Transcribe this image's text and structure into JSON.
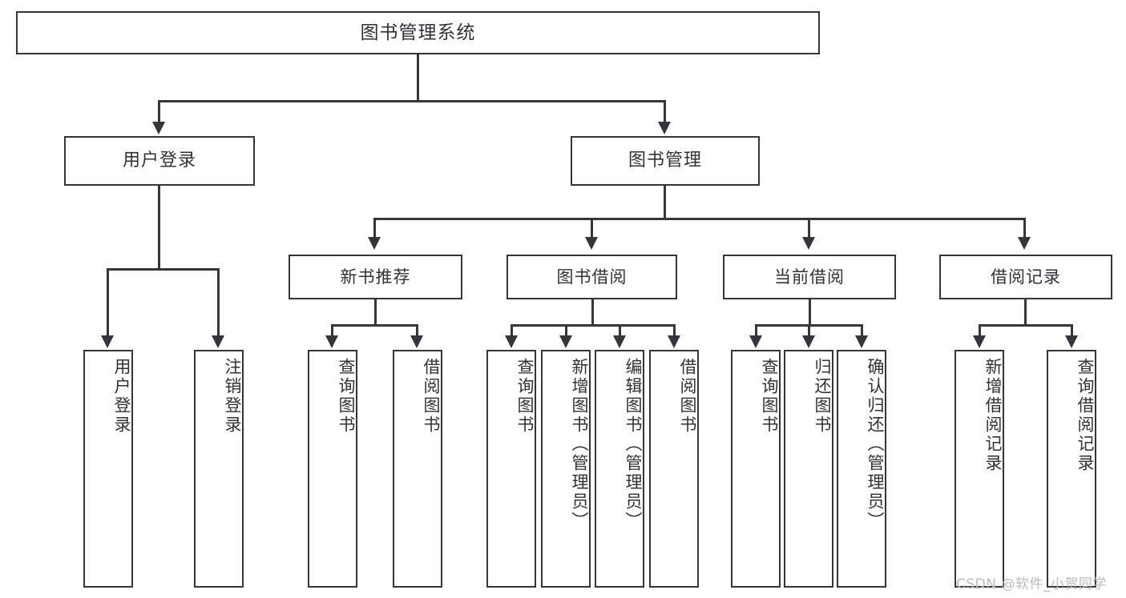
{
  "diagram": {
    "type": "hierarchy-tree",
    "title": "图书管理系统",
    "root": {
      "label": "图书管理系统"
    },
    "level2": [
      {
        "label": "用户登录"
      },
      {
        "label": "图书管理"
      }
    ],
    "level3": [
      {
        "label": "新书推荐"
      },
      {
        "label": "图书借阅"
      },
      {
        "label": "当前借阅"
      },
      {
        "label": "借阅记录"
      }
    ],
    "leaves": {
      "user_login": [
        {
          "label": "用户登录"
        },
        {
          "label": "注销登录"
        }
      ],
      "new_book_recommend": [
        {
          "label": "查询图书"
        },
        {
          "label": "借阅图书"
        }
      ],
      "book_borrow": [
        {
          "label": "查询图书"
        },
        {
          "label": "新增图书（管理员）"
        },
        {
          "label": "编辑图书（管理员）"
        },
        {
          "label": "借阅图书"
        }
      ],
      "current_borrow": [
        {
          "label": "查询图书"
        },
        {
          "label": "归还图书"
        },
        {
          "label": "确认归还（管理员）"
        }
      ],
      "borrow_record": [
        {
          "label": "新增借阅记录"
        },
        {
          "label": "查询借阅记录"
        }
      ]
    }
  },
  "watermark": {
    "text": "CSDN @软件_小贺同学"
  },
  "colors": {
    "stroke": "#33363b",
    "text": "#2f3237",
    "background": "#ffffff",
    "watermark": "#b9bcc0"
  }
}
